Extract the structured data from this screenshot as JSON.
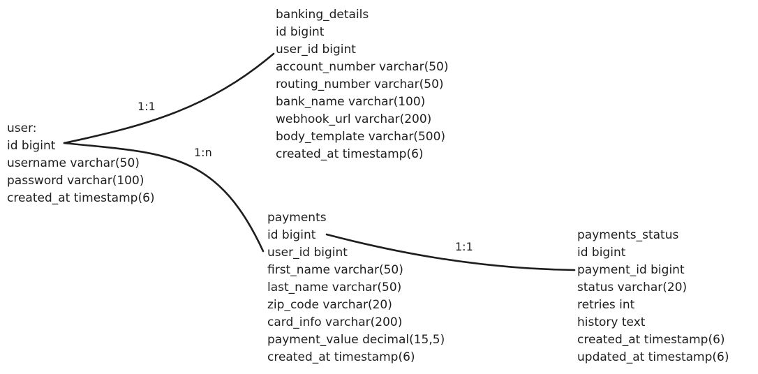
{
  "entities": {
    "user": {
      "lines": [
        "user:",
        "id bigint",
        "username varchar(50)",
        "password varchar(100)",
        "created_at timestamp(6)"
      ]
    },
    "banking_details": {
      "lines": [
        "banking_details",
        "id bigint",
        "user_id bigint",
        "account_number varchar(50)",
        "routing_number varchar(50)",
        "bank_name varchar(100)",
        "webhook_url varchar(200)",
        "body_template varchar(500)",
        "created_at timestamp(6)"
      ]
    },
    "payments": {
      "lines": [
        "payments",
        "id bigint",
        "user_id bigint",
        "first_name varchar(50)",
        "last_name varchar(50)",
        "zip_code varchar(20)",
        "card_info varchar(200)",
        "payment_value decimal(15,5)",
        "created_at timestamp(6)"
      ]
    },
    "payments_status": {
      "lines": [
        "payments_status",
        "id bigint",
        "payment_id bigint",
        "status varchar(20)",
        "retries int",
        "history text",
        "created_at timestamp(6)",
        "updated_at timestamp(6)"
      ]
    }
  },
  "relationships": {
    "user_banking": {
      "label": "1:1"
    },
    "user_payments": {
      "label": "1:n"
    },
    "payments_status": {
      "label": "1:1"
    }
  },
  "colors": {
    "ink": "#1e1e1e",
    "background": "#ffffff"
  }
}
